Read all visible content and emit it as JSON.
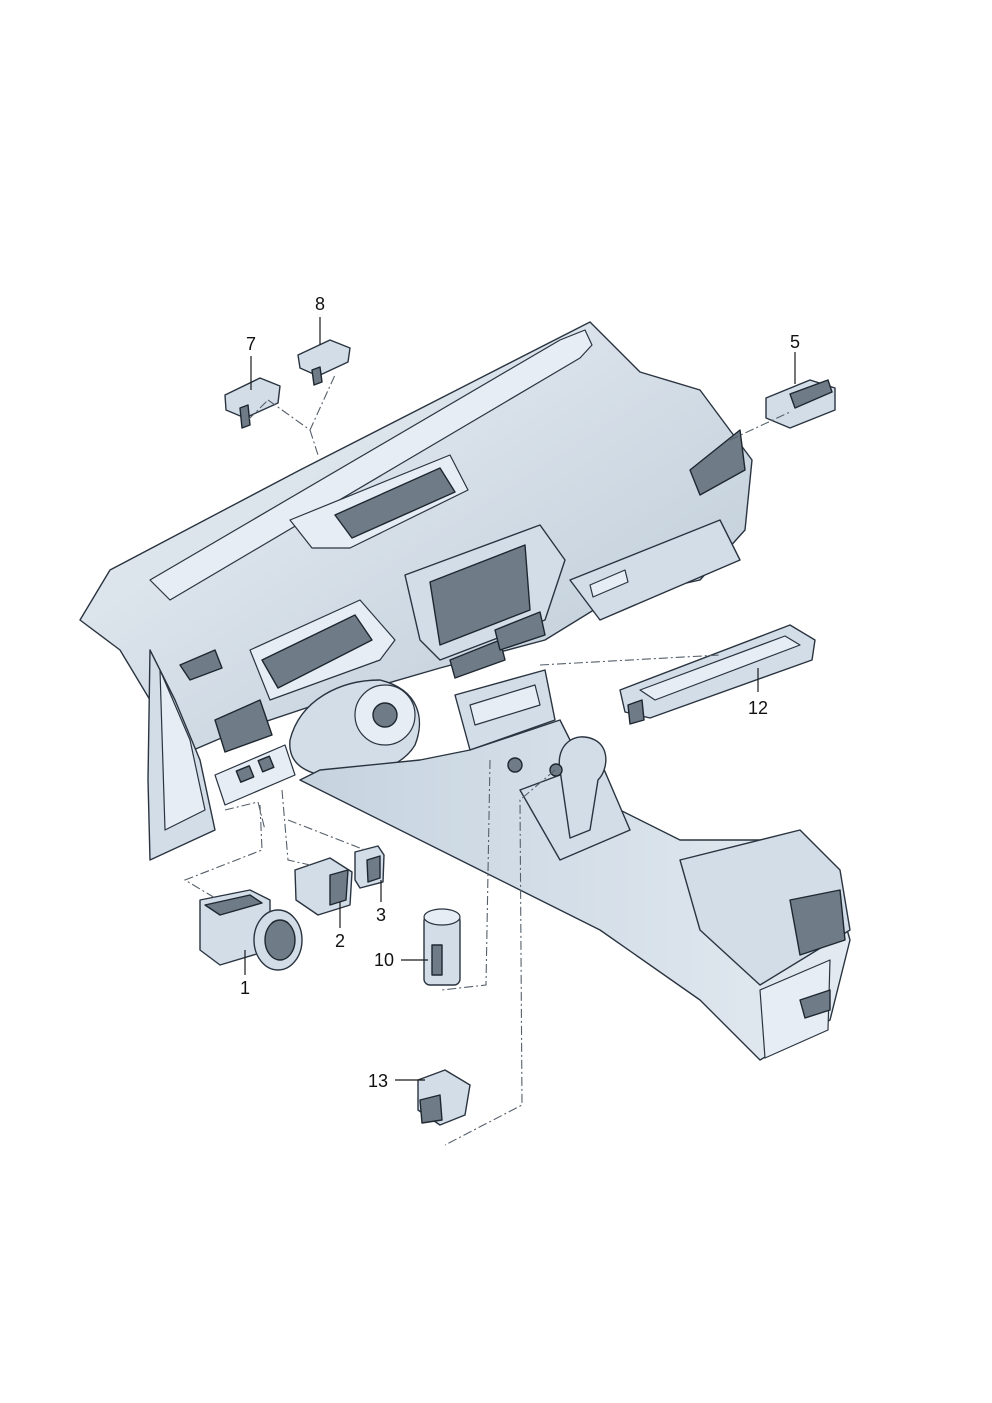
{
  "callouts": {
    "c1": "1",
    "c2": "2",
    "c3": "3",
    "c5": "5",
    "c7": "7",
    "c8": "8",
    "c10": "10",
    "c12": "12",
    "c13": "13"
  },
  "colors": {
    "part_fill": "#d2dde8",
    "part_shadow": "#a9b8c6",
    "part_dark": "#6f7c88",
    "outline": "#2a3440"
  }
}
